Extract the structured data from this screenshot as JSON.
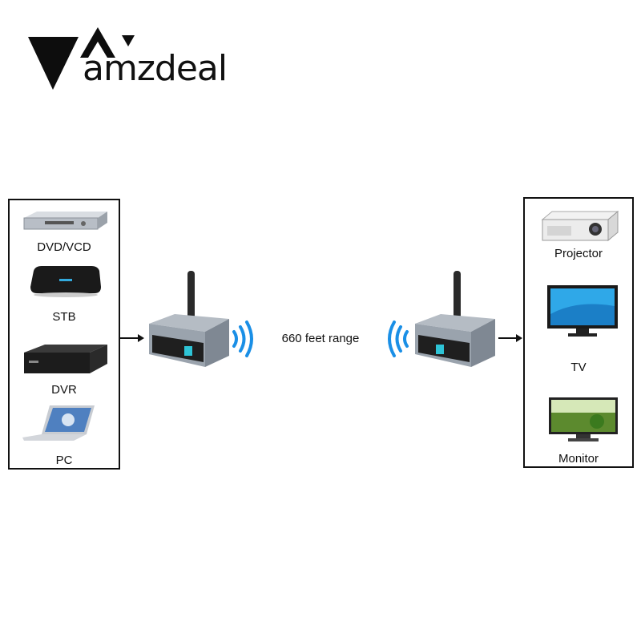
{
  "logo": {
    "text": "amzdeal"
  },
  "sources": [
    "DVD/VCD",
    "STB",
    "DVR",
    "PC"
  ],
  "range_label": "660 feet range",
  "displays": [
    "Projector",
    "TV",
    "Monitor"
  ],
  "colors": {
    "signal": "#1a8fe6",
    "device_body": "#9aa3ad",
    "panel_border": "#111111"
  },
  "icons": [
    "dvd-player-icon",
    "set-top-box-icon",
    "dvr-icon",
    "laptop-icon",
    "transmitter-icon",
    "receiver-icon",
    "projector-icon",
    "tv-icon",
    "monitor-icon",
    "wireless-signal-icon",
    "arrow-right-icon"
  ]
}
